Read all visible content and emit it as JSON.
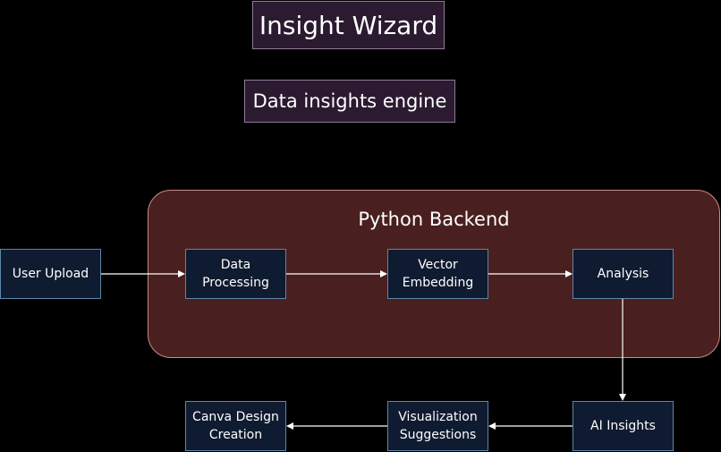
{
  "title": "Insight Wizard",
  "subtitle": "Data insights engine",
  "group": {
    "label": "Python Backend"
  },
  "nodes": {
    "user_upload": "User Upload",
    "data_processing": "Data Processing",
    "vector_embedding": "Vector Embedding",
    "analysis": "Analysis",
    "ai_insights": "AI Insights",
    "visualization_suggestions": "Visualization Suggestions",
    "canva_design": "Canva Design Creation"
  },
  "edges": [
    {
      "from": "User Upload",
      "to": "Data Processing"
    },
    {
      "from": "Data Processing",
      "to": "Vector Embedding"
    },
    {
      "from": "Vector Embedding",
      "to": "Analysis"
    },
    {
      "from": "Analysis",
      "to": "AI Insights"
    },
    {
      "from": "AI Insights",
      "to": "Visualization Suggestions"
    },
    {
      "from": "Visualization Suggestions",
      "to": "Canva Design Creation"
    }
  ],
  "colors": {
    "background": "#000000",
    "title_fill": "#2b1a30",
    "backend_fill": "#4a1f1f",
    "node_fill": "#0f1b30",
    "node_border": "#5f86a8",
    "edge": "#ffffff"
  }
}
